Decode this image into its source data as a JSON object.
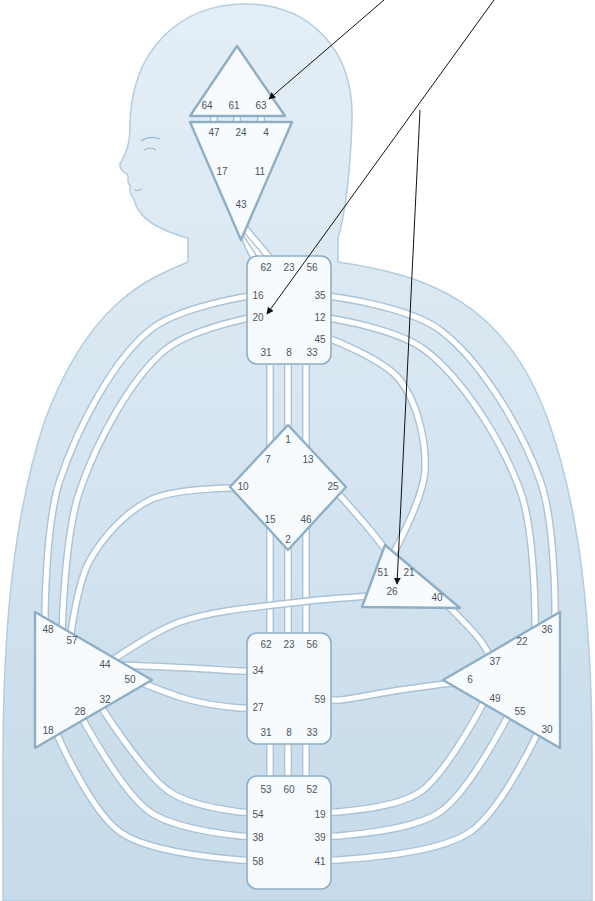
{
  "diagram": {
    "nodes": [
      {
        "text": [
          "64",
          "61",
          "63"
        ]
      },
      {
        "text": [
          "47",
          "24",
          "4",
          "17",
          "11",
          "43"
        ]
      },
      {
        "text": [
          "62",
          "23",
          "56",
          "16",
          "35",
          "20",
          "12",
          "45",
          "31",
          "8",
          "33"
        ]
      },
      {
        "text": [
          "1",
          "7",
          "13",
          "10",
          "25",
          "15",
          "46",
          "2"
        ]
      },
      {
        "text": [
          "51",
          "21",
          "26",
          "40"
        ]
      },
      {
        "text": [
          "48",
          "57",
          "44",
          "50",
          "32",
          "28",
          "18"
        ]
      },
      {
        "text": [
          "62",
          "23",
          "56",
          "34",
          "27",
          "59",
          "31",
          "8",
          "33"
        ]
      },
      {
        "text": [
          "36",
          "22",
          "37",
          "6",
          "49",
          "55",
          "30"
        ]
      },
      {
        "text": [
          "53",
          "60",
          "52",
          "54",
          "19",
          "38",
          "39",
          "58",
          "41"
        ]
      }
    ],
    "edges": [
      {
        "from": 0,
        "to": 1,
        "arrow": "none"
      },
      {
        "from": 0,
        "to": 1,
        "arrow": "none"
      },
      {
        "from": 0,
        "to": 1,
        "arrow": "none"
      },
      {
        "from": 1,
        "to": 2,
        "arrow": "none"
      },
      {
        "from": 1,
        "to": 2,
        "arrow": "none"
      },
      {
        "from": 1,
        "to": 2,
        "arrow": "none"
      },
      {
        "from": 2,
        "to": 3,
        "arrow": "none"
      },
      {
        "from": 2,
        "to": 3,
        "arrow": "none"
      },
      {
        "from": 2,
        "to": 3,
        "arrow": "none"
      },
      {
        "from": 3,
        "to": 6,
        "arrow": "none"
      },
      {
        "from": 3,
        "to": 6,
        "arrow": "none"
      },
      {
        "from": 3,
        "to": 6,
        "arrow": "none"
      },
      {
        "from": 6,
        "to": 8,
        "arrow": "none"
      },
      {
        "from": 6,
        "to": 8,
        "arrow": "none"
      },
      {
        "from": 6,
        "to": 8,
        "arrow": "none"
      },
      {
        "from": 8,
        "to": 5,
        "arrow": "none"
      },
      {
        "from": 8,
        "to": 5,
        "arrow": "none"
      },
      {
        "from": 8,
        "to": 5,
        "arrow": "none"
      },
      {
        "from": 8,
        "to": 7,
        "arrow": "none"
      },
      {
        "from": 8,
        "to": 7,
        "arrow": "none"
      },
      {
        "from": 8,
        "to": 7,
        "arrow": "none"
      },
      {
        "from": 5,
        "to": 6,
        "arrow": "none"
      },
      {
        "from": 5,
        "to": 6,
        "arrow": "none"
      },
      {
        "from": 7,
        "to": 6,
        "arrow": "none"
      },
      {
        "from": 3,
        "to": 4,
        "arrow": "none"
      },
      {
        "from": 4,
        "to": 7,
        "arrow": "none"
      },
      {
        "from": 4,
        "to": 5,
        "arrow": "none"
      },
      {
        "from": 3,
        "to": 5,
        "arrow": "none"
      },
      {
        "from": 2,
        "to": 5,
        "arrow": "none"
      },
      {
        "from": 2,
        "to": 5,
        "arrow": "none"
      },
      {
        "from": 2,
        "to": 7,
        "arrow": "none"
      },
      {
        "from": 2,
        "to": 7,
        "arrow": "none"
      },
      {
        "from": 2,
        "to": 4,
        "arrow": "none"
      }
    ]
  }
}
